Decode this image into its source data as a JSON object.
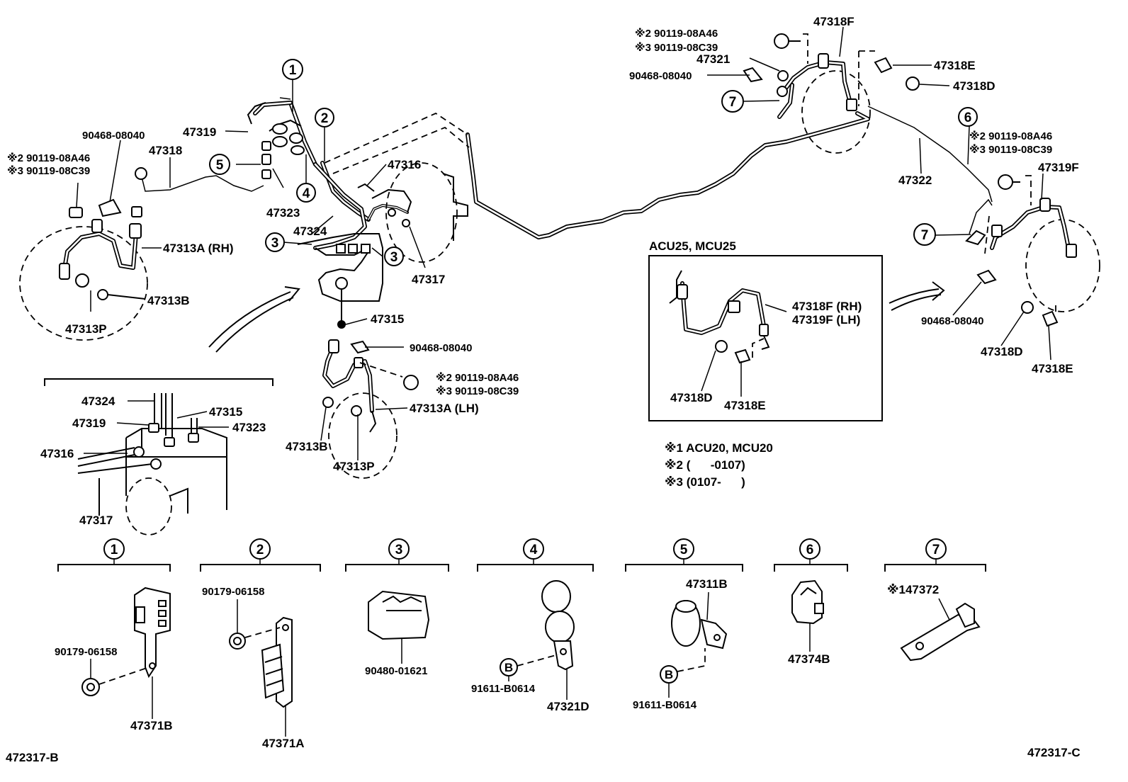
{
  "diagram": {
    "refs": {
      "left": "472317-B",
      "right": "472317-C"
    },
    "callouts": [
      "1",
      "2",
      "3",
      "4",
      "5",
      "6",
      "7"
    ],
    "sidebox": {
      "title": "ACU25, MCU25",
      "hose_rh": "47318F (RH)",
      "hose_lh": "47319F (LH)",
      "bolt": "47318D",
      "clip": "47318E"
    },
    "notes": {
      "n1": "※1 ACU20, MCU20",
      "n2": "※2 (      -0107)",
      "n3": "※3 (0107-      )"
    },
    "labels": {
      "l47318F": "47318F",
      "n2_top": "※2 90119-08A46",
      "n3_top": "※3 90119-08C39",
      "l47321": "47321",
      "l90468_top": "90468-08040",
      "l47318E_top": "47318E",
      "l47318D_top": "47318D",
      "n2_r": "※2 90119-08A46",
      "n3_r": "※3 90119-08C39",
      "l47319F": "47319F",
      "l47322": "47322",
      "l90468_r": "90468-08040",
      "l47318D_r": "47318D",
      "l47318E_r": "47318E",
      "l90468_l": "90468-08040",
      "n2_l": "※2 90119-08A46",
      "n3_l": "※3 90119-08C39",
      "l47318": "47318",
      "l47319": "47319",
      "l47323": "47323",
      "l47324": "47324",
      "l47316": "47316",
      "l47317": "47317",
      "l47315": "47315",
      "l47313A_rh": "47313A (RH)",
      "l47313B_l": "47313B",
      "l47313P_l": "47313P",
      "l90468_c": "90468-08040",
      "n2_c": "※2 90119-08A46",
      "n3_c": "※3 90119-08C39",
      "l47313A_lh": "47313A (LH)",
      "l47313B_c": "47313B",
      "l47313P_c": "47313P",
      "d47324": "47324",
      "d47319": "47319",
      "d47316": "47316",
      "d47317": "47317",
      "d47315": "47315",
      "d47323": "47323"
    },
    "parts": {
      "p1": {
        "bolt": "90179-06158",
        "clamp": "47371B"
      },
      "p2": {
        "bolt": "90179-06158",
        "clamp": "47371A"
      },
      "p3": {
        "clamp": "90480-01621"
      },
      "p4": {
        "b": "B",
        "bolt": "91611-B0614",
        "clamp": "47321D"
      },
      "p5": {
        "clamp": "47311B",
        "b": "B",
        "bolt": "91611-B0614"
      },
      "p6": {
        "clamp": "47374B"
      },
      "p7": {
        "clamp": "※147372"
      }
    }
  }
}
